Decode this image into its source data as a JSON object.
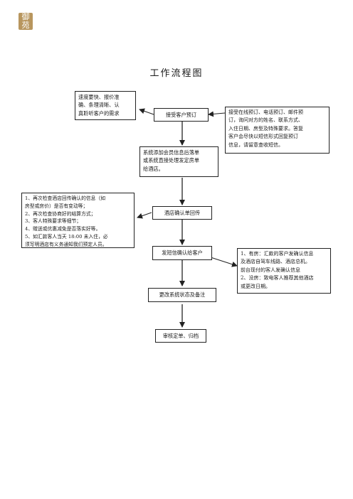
{
  "logo_text": "御苑",
  "title": "工作流程图",
  "boxes": {
    "left_top": "速度要快、报价准\n确、条理清晰、认\n真聆听客户的需求",
    "accept": "接受客户预订",
    "right_top": "接受在线预订、电话预订、邮件预\n订，询问对方的姓名、联系方式、\n入住日期、房型及特殊要求。答复\n客户会尽快以短信形式回复预订\n信息，请留意查收短信。",
    "system_add": "系统添加会员信息后落单\n或系统直接处理发定房单\n给酒店。",
    "left_mid": "1、再次检查酒店回传确认的信息（如\n房型或房价）是否有变动等；\n2、再次检查协商好的结算方式；\n3、客人特殊要求等细节；\n4、赠送或优惠减免是否落实好等。\n5、如汇款客人当天 18:00 未入住，必\n须写明酒店有义务通知我们预定人员。",
    "hotel_confirm": "酒店确认单回传",
    "send_sms": "发短信确认给客户",
    "right_mid": "1、有房：汇款的客户发确认信息\n及酒店自驾车线路、酒店总机。\n前台现付的客人发确认信息\n2、没房：致电客人推荐其他酒店\n或更改日期。",
    "update_status": "更改系统状态及备注",
    "review": "审核定单、归档"
  },
  "colors": {
    "logo": "#b8965e",
    "line": "#222222"
  }
}
